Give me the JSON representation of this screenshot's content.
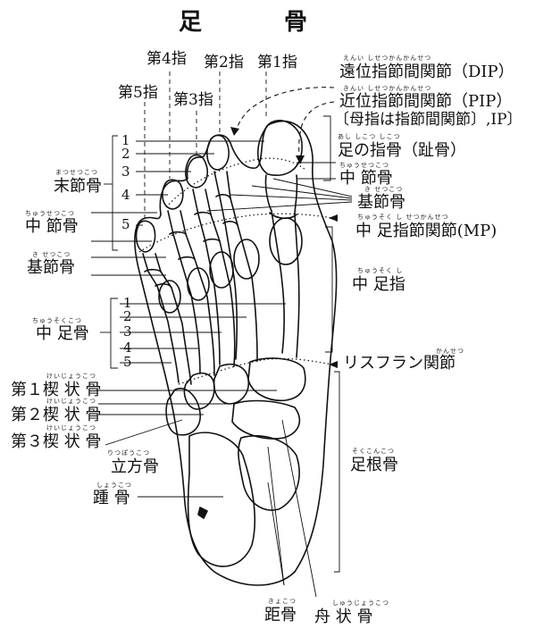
{
  "title": {
    "char1": "足",
    "char2": "骨"
  },
  "toes": {
    "t1": "第1指",
    "t2": "第2指",
    "t3": "第3指",
    "t4": "第4指",
    "t5": "第5指"
  },
  "right_labels": {
    "dip": "遠位指節間関節（DIP）",
    "dip_ruby": "えんい しせつかんかんせつ",
    "pip": "近位指節間関節（PIP）",
    "pip_ruby": "きんい しせつかんかんせつ",
    "ip": "〔母指は指節間関節〕,IP〕",
    "toe_bone": "足の指骨（趾骨）",
    "toe_bone_ruby": "あし しこつ しこつ",
    "middle_phalanx": "中 節骨",
    "middle_phalanx_ruby": "ちゅうせつこつ",
    "proximal_phalanx": "基節骨",
    "proximal_phalanx_ruby": "き せつこつ",
    "mp": "中 足指節関節(MP)",
    "mp_ruby": "ちゅうそく し せつかんせつ",
    "metatarsal": "中 足指",
    "metatarsal_ruby": "ちゅうそく し",
    "lisfranc": "リスフラン関節",
    "lisfranc_ruby": "かんせつ",
    "tarsal": "足根骨",
    "tarsal_ruby": "そくこんこつ"
  },
  "left_labels": {
    "distal_phalanx": "末節骨",
    "distal_phalanx_ruby": "まつせつこつ",
    "middle_phalanx": "中 節骨",
    "middle_phalanx_ruby": "ちゅうせつこつ",
    "proximal_phalanx": "基節骨",
    "proximal_phalanx_ruby": "き せつこつ",
    "metatarsal": "中 足骨",
    "metatarsal_ruby": "ちゅうそくこつ",
    "cuneiform1": "第１楔 状 骨",
    "cuneiform2": "第２楔 状 骨",
    "cuneiform3": "第３楔 状 骨",
    "cuneiform_ruby": "けいじょうこつ",
    "cuboid": "立方骨",
    "cuboid_ruby": "りつぽうこつ",
    "calcaneus": "踵 骨",
    "calcaneus_ruby": "しょうこつ"
  },
  "bottom_labels": {
    "talus": "距骨",
    "talus_ruby": "きょこつ",
    "navicular": "舟 状 骨",
    "navicular_ruby": "しゅうじょうこつ"
  },
  "phalanx_numbers": [
    "1",
    "2",
    "3",
    "4",
    "5"
  ],
  "metatarsal_numbers": [
    "1",
    "2",
    "3",
    "4",
    "5"
  ]
}
